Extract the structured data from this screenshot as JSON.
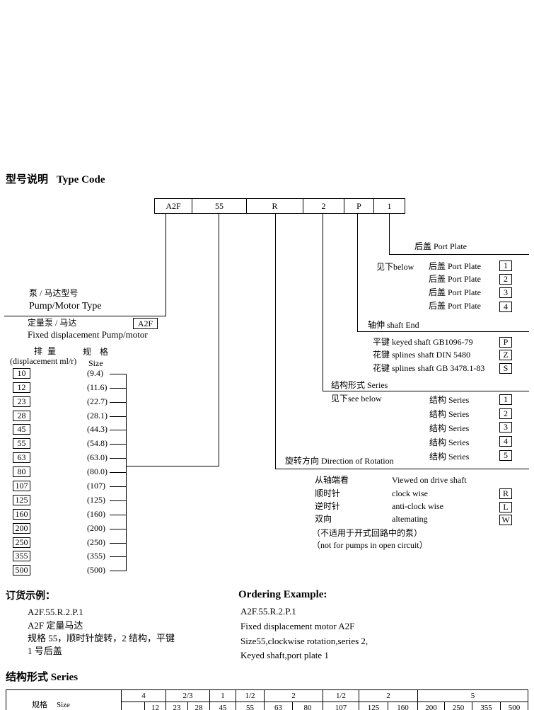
{
  "heading": {
    "cn": "型号说明",
    "en": "Type Code"
  },
  "code": [
    "A2F",
    "55",
    "R",
    "2",
    "P",
    "1"
  ],
  "port_plate": {
    "header": "后盖 Port Plate",
    "see_below": "见下below",
    "options": [
      {
        "label": "后盖 Port Plate",
        "code": "1"
      },
      {
        "label": "后盖 Port Plate",
        "code": "2"
      },
      {
        "label": "后盖 Port Plate",
        "code": "3"
      },
      {
        "label": "后盖 Port Plate",
        "code": "4"
      }
    ]
  },
  "shaft_end": {
    "header": "轴伸 shaft End",
    "options": [
      {
        "label": "平键 keyed shaft GB1096-79",
        "code": "P"
      },
      {
        "label": "花键 splines shaft DIN 5480",
        "code": "Z"
      },
      {
        "label": "花键 splines shaft GB 3478.1-83",
        "code": "S"
      }
    ]
  },
  "series": {
    "header": "结构形式 Series",
    "see_below": "见下see below",
    "options": [
      {
        "label": "结构 Series",
        "code": "1"
      },
      {
        "label": "结构 Series",
        "code": "2"
      },
      {
        "label": "结构 Series",
        "code": "3"
      },
      {
        "label": "结构 Series",
        "code": "4"
      },
      {
        "label": "结构 Series",
        "code": "5"
      }
    ]
  },
  "rotation": {
    "header": "旋转方向 Direction of Rotation",
    "viewed_cn": "从轴端看",
    "viewed_en": "Viewed on drive shaft",
    "options": [
      {
        "cn": "顺时针",
        "en": "clock wise",
        "code": "R"
      },
      {
        "cn": "逆时针",
        "en": "anti-clock wise",
        "code": "L"
      },
      {
        "cn": "双向",
        "en": "altemating",
        "code": "W"
      }
    ],
    "note_cn": "（不适用于开式回路中的泵）",
    "note_en": "（not for pumps in open circuit）"
  },
  "pump_type": {
    "label_cn": "泵 / 马达型号",
    "label_en": "Pump/Motor Type",
    "option_cn": "定量泵 / 马达",
    "option_code": "A2F",
    "option_en": "Fixed displacement Pump/motor"
  },
  "size": {
    "displacement_cn": "排 量",
    "size_cn": "规 格",
    "displacement_en": "(displacement ml/r)",
    "size_en": "Size",
    "rows": [
      {
        "size": "10",
        "displacement": "(9.4)"
      },
      {
        "size": "12",
        "displacement": "(11.6)"
      },
      {
        "size": "23",
        "displacement": "(22.7)"
      },
      {
        "size": "28",
        "displacement": "(28.1)"
      },
      {
        "size": "45",
        "displacement": "(44.3)"
      },
      {
        "size": "55",
        "displacement": "(54.8)"
      },
      {
        "size": "63",
        "displacement": "(63.0)"
      },
      {
        "size": "80",
        "displacement": "(80.0)"
      },
      {
        "size": "107",
        "displacement": "(107)"
      },
      {
        "size": "125",
        "displacement": "(125)"
      },
      {
        "size": "160",
        "displacement": "(160)"
      },
      {
        "size": "200",
        "displacement": "(200)"
      },
      {
        "size": "250",
        "displacement": "(250)"
      },
      {
        "size": "355",
        "displacement": "(355)"
      },
      {
        "size": "500",
        "displacement": "(500)"
      }
    ]
  },
  "ordering_cn": {
    "heading": "订货示例：",
    "lines": [
      "A2F.55.R.2.P.1",
      "A2F 定量马达",
      "规格 55，顺时针旋转，2 结构，平键",
      "1 号后盖"
    ]
  },
  "ordering_en": {
    "heading": "Ordering Example:",
    "lines": [
      "A2F.55.R.2.P.1",
      "Fixed displacement motor A2F",
      "Size55,clockwise rotation,series 2,",
      "Keyed shaft,port plate 1"
    ]
  },
  "series_table": {
    "heading": "结构形式 Series",
    "size_header_cn": "规格",
    "size_header_en": "Size",
    "groups": [
      "4",
      "2/3",
      "1",
      "1/2",
      "2",
      "1/2",
      "2",
      "5"
    ],
    "sizes": [
      "12",
      "23",
      "28",
      "45",
      "55",
      "63",
      "80",
      "107",
      "125",
      "160",
      "200",
      "250",
      "355",
      "500"
    ]
  }
}
